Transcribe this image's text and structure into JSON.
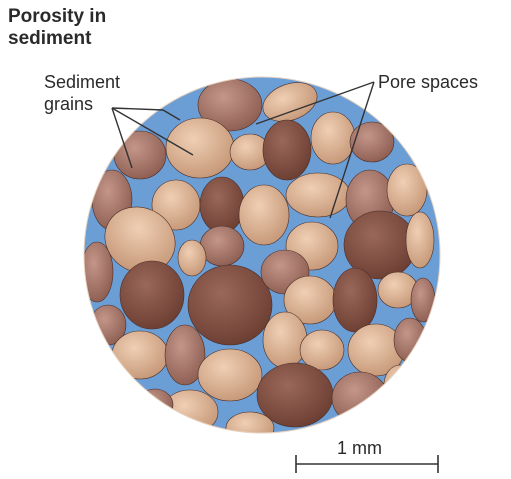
{
  "title": {
    "line1": "Porosity in",
    "line2": "sediment"
  },
  "labels": {
    "sediment_line1": "Sediment",
    "sediment_line2": "grains",
    "pore": "Pore spaces"
  },
  "scale": {
    "text": "1 mm"
  },
  "colors": {
    "pore": "#6c9ed6",
    "grain_dark": "#7a4a3c",
    "grain_mid": "#a8766a",
    "grain_light": "#d6ad90",
    "line": "#333333"
  }
}
